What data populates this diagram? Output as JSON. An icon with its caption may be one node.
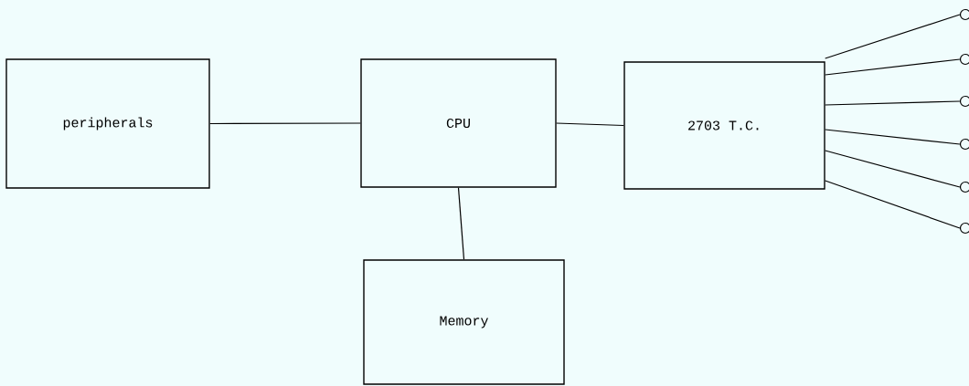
{
  "diagram": {
    "nodes": [
      {
        "text": [
          "peripherals"
        ]
      },
      {
        "text": [
          "CPU"
        ]
      },
      {
        "text": [
          "2703 T.C."
        ]
      },
      {
        "text": [
          "Memory"
        ]
      },
      {
        "text": [],
        "shape": "circle"
      },
      {
        "text": [],
        "shape": "circle"
      },
      {
        "text": [],
        "shape": "circle"
      },
      {
        "text": [],
        "shape": "circle"
      },
      {
        "text": [],
        "shape": "circle"
      },
      {
        "text": [],
        "shape": "circle"
      }
    ],
    "edges": [
      {
        "from": 0,
        "to": 1,
        "arrow": "none"
      },
      {
        "from": 1,
        "to": 2,
        "arrow": "none"
      },
      {
        "from": 1,
        "to": 3,
        "arrow": "none"
      },
      {
        "from": 2,
        "to": 4,
        "arrow": "none"
      },
      {
        "from": 2,
        "to": 5,
        "arrow": "none"
      },
      {
        "from": 2,
        "to": 6,
        "arrow": "none"
      },
      {
        "from": 2,
        "to": 7,
        "arrow": "none"
      },
      {
        "from": 2,
        "to": 8,
        "arrow": "none"
      },
      {
        "from": 2,
        "to": 9,
        "arrow": "none"
      }
    ]
  }
}
